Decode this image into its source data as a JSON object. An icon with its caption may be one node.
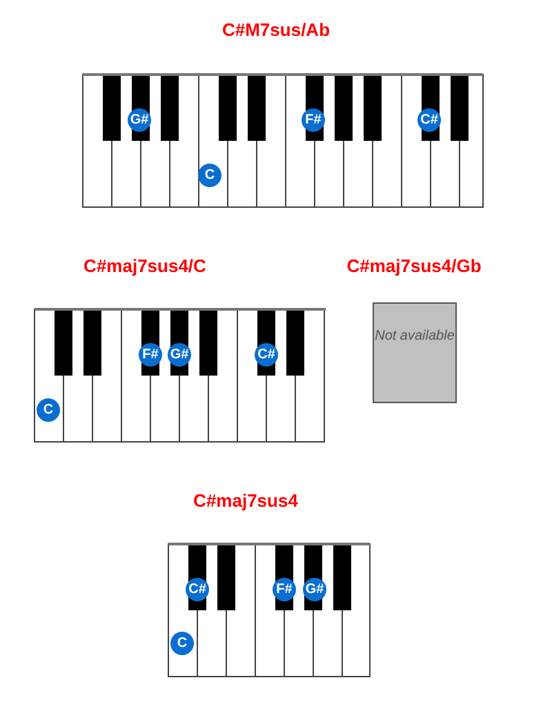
{
  "diagram": {
    "nodes": [
      {
        "text": [
          "Not available"
        ]
      }
    ],
    "labels": [
      "C#M7sus/Ab",
      "G#",
      "F#",
      "C#",
      "C",
      "C#maj7sus4/C",
      "C#maj7sus4/Gb",
      "F#",
      "G#",
      "C#",
      "C",
      "C#maj7sus4",
      "C#",
      "F#",
      "G#",
      "C"
    ]
  }
}
